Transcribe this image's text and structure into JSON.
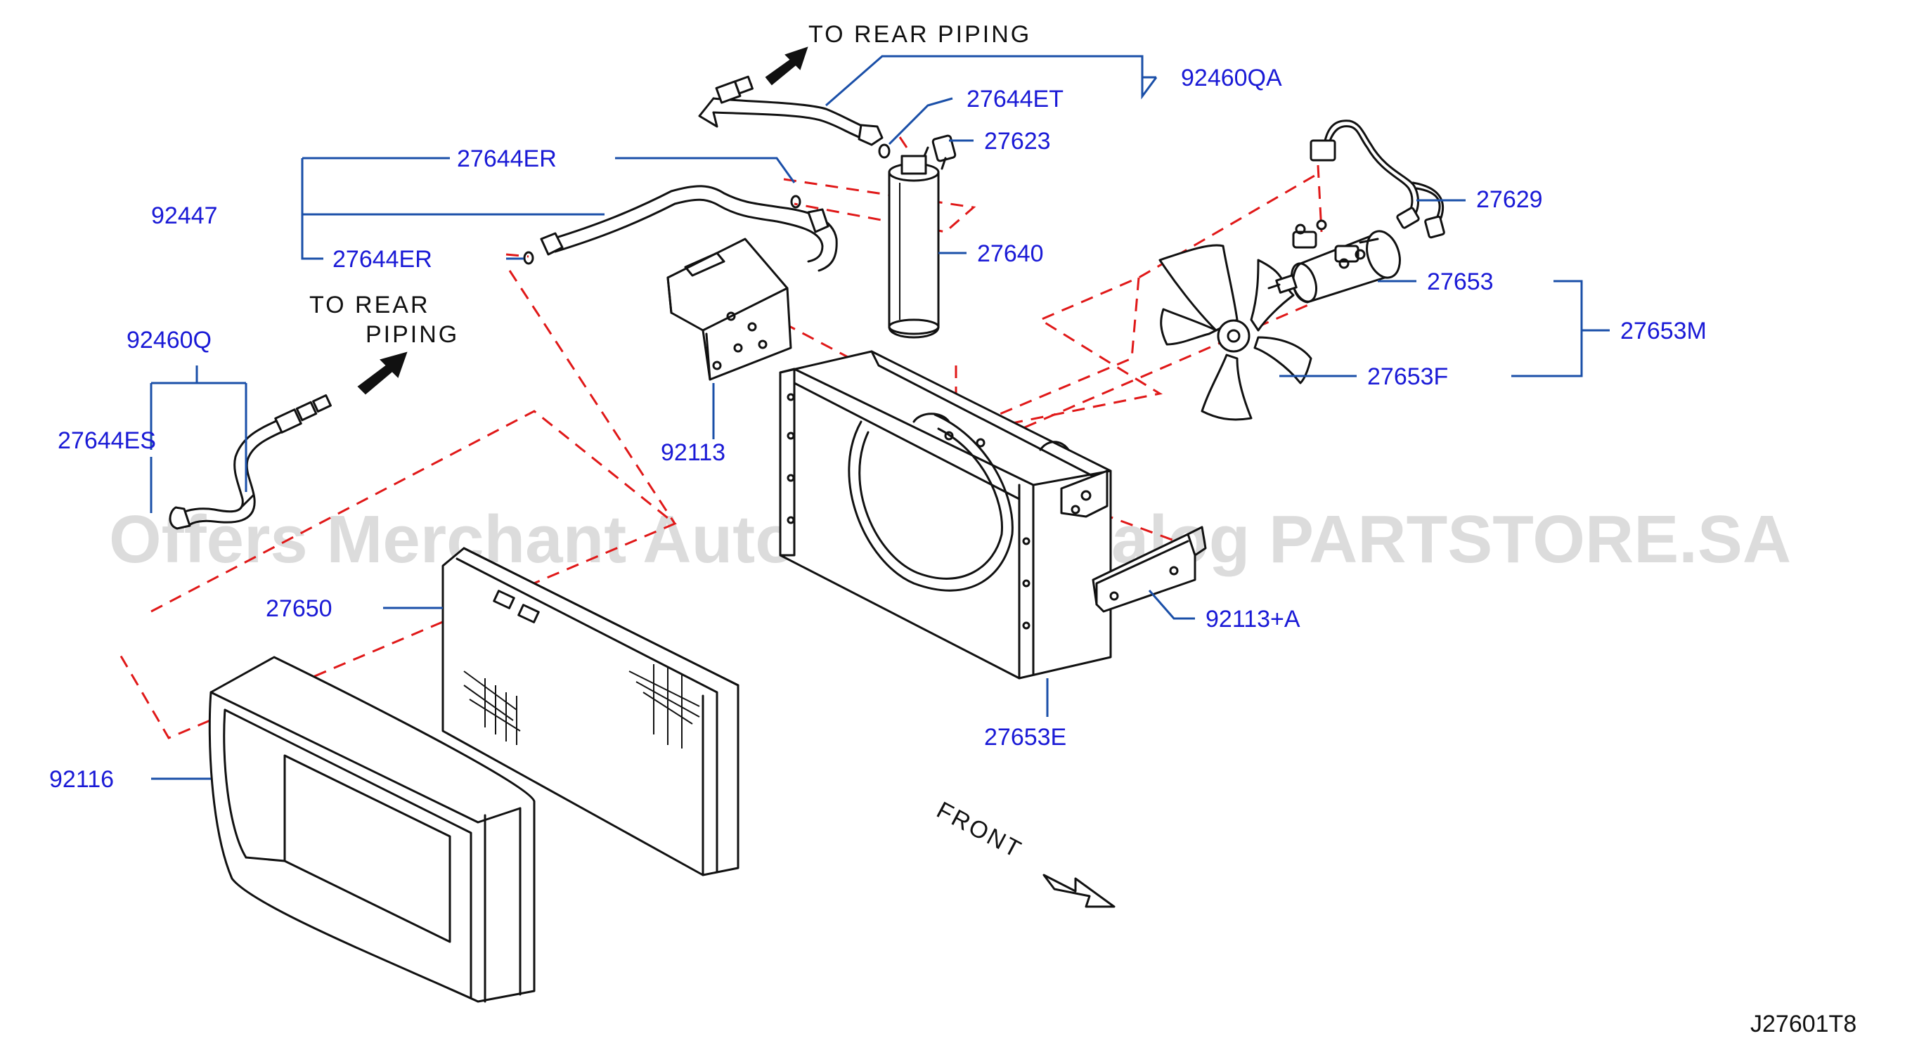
{
  "labels": {
    "p92460QA": "92460QA",
    "p27644ET": "27644ET",
    "p27623": "27623",
    "p27644ER_top": "27644ER",
    "p92447": "92447",
    "p27644ER_bottom": "27644ER",
    "p27640": "27640",
    "p27629": "27629",
    "p27653": "27653",
    "p27653M": "27653M",
    "p27653F": "27653F",
    "p92460Q": "92460Q",
    "p27644ES": "27644ES",
    "p92113": "92113",
    "p27650": "27650",
    "p92113A": "92113+A",
    "p27653E": "27653E",
    "p92116": "92116"
  },
  "notes": {
    "to_rear_piping_top": "TO  REAR  PIPING",
    "to_rear_left_line1": "TO  REAR",
    "to_rear_left_line2": "PIPING",
    "front": "FRONT"
  },
  "watermark": "Offers Merchant Auto Parts Catalog PARTSTORE.SA",
  "diagram_code": "J27601T8",
  "colors": {
    "label": "#1a1ad6",
    "leader": "#1a4fa8",
    "dash": "#e01818",
    "line": "#111111"
  }
}
